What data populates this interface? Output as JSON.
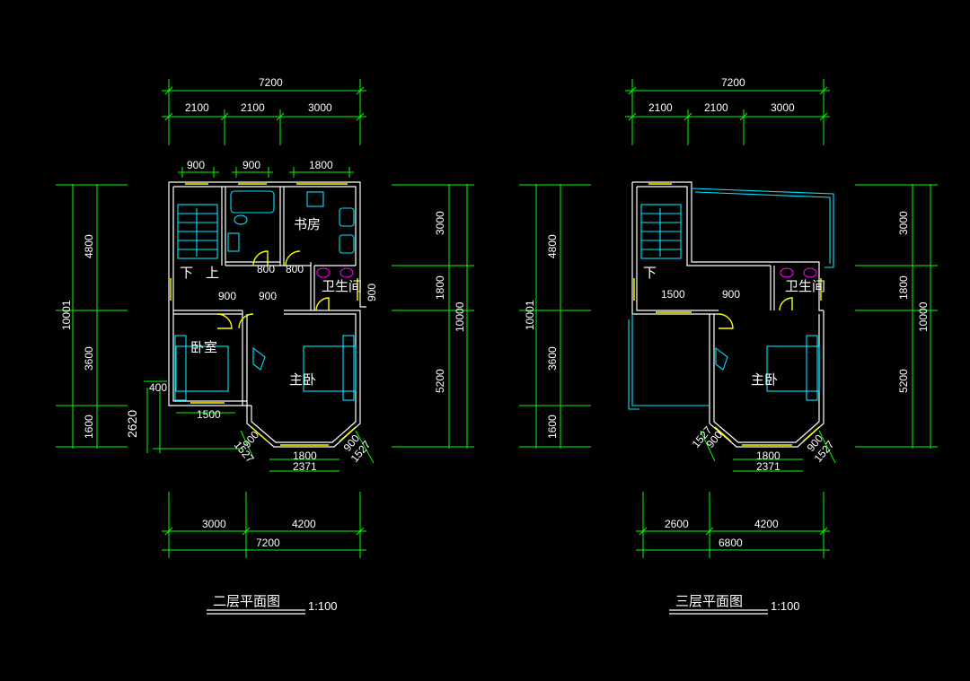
{
  "plans": [
    {
      "title": "二层平面图",
      "scale": "1:100",
      "top_total": "7200",
      "top_segments": [
        "2100",
        "2100",
        "3000"
      ],
      "windows_top": [
        "900",
        "900",
        "1800"
      ],
      "inner_dims": [
        "800",
        "800",
        "900",
        "900",
        "900"
      ],
      "left_total": "10001",
      "left_segments": [
        "4800",
        "3600",
        "1600"
      ],
      "right_total": "10000",
      "right_segments": [
        "3000",
        "1800",
        "5200"
      ],
      "bay_dims": [
        "900",
        "1800",
        "900",
        "1527",
        "1527",
        "2371"
      ],
      "extra_dims": [
        "400",
        "2620",
        "1500"
      ],
      "bottom_segments": [
        "3000",
        "4200"
      ],
      "bottom_total": "7200",
      "rooms": [
        "书房",
        "下",
        "上",
        "卫生间",
        "卧室",
        "主卧"
      ]
    },
    {
      "title": "三层平面图",
      "scale": "1:100",
      "top_total": "7200",
      "top_segments": [
        "2100",
        "2100",
        "3000"
      ],
      "inner_dims": [
        "1500",
        "900"
      ],
      "left_total": "10001",
      "left_segments": [
        "4800",
        "3600",
        "1600"
      ],
      "right_total": "10000",
      "right_segments": [
        "3000",
        "1800",
        "5200"
      ],
      "bay_dims": [
        "900",
        "1800",
        "900",
        "1527",
        "1527",
        "2371"
      ],
      "bottom_segments": [
        "2600",
        "4200"
      ],
      "bottom_total": "6800",
      "rooms": [
        "下",
        "卫生间",
        "主卧"
      ]
    }
  ],
  "colors": {
    "background": "#000000",
    "dimension": "#00ff00",
    "wall": "#ffffff",
    "fixture": "#00e5ff",
    "door_window": "#ffff00",
    "sanitary": "#ff00ff"
  }
}
